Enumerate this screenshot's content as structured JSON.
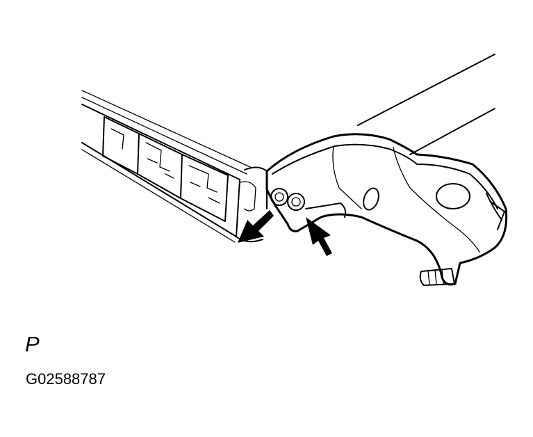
{
  "figure": {
    "view_label": "P",
    "figure_code": "G02588787"
  },
  "colors": {
    "line": "#000000",
    "background": "#ffffff"
  },
  "parts": [
    {
      "name": "connector-housing"
    },
    {
      "name": "mounting-bracket"
    },
    {
      "name": "bolt"
    },
    {
      "name": "claw-pin"
    },
    {
      "name": "indicator-arrow"
    },
    {
      "name": "indicator-arrow"
    }
  ]
}
